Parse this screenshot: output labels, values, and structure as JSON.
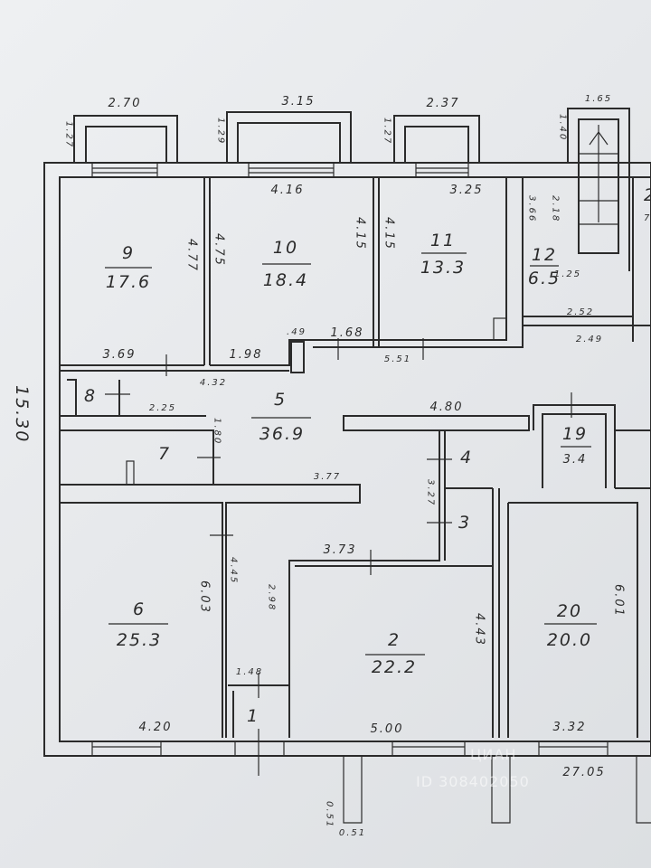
{
  "overall": {
    "height": "15.30",
    "width": "27.05"
  },
  "rooms": [
    {
      "id": "r9",
      "number": "9",
      "area": "17.6"
    },
    {
      "id": "r10",
      "number": "10",
      "area": "18.4"
    },
    {
      "id": "r11",
      "number": "11",
      "area": "13.3"
    },
    {
      "id": "r12",
      "number": "12",
      "area": "6.5"
    },
    {
      "id": "r5",
      "number": "5",
      "area": "36.9"
    },
    {
      "id": "r8",
      "number": "8"
    },
    {
      "id": "r7",
      "number": "7"
    },
    {
      "id": "r4",
      "number": "4"
    },
    {
      "id": "r3",
      "number": "3"
    },
    {
      "id": "r19",
      "number": "19",
      "area": "3.4"
    },
    {
      "id": "r6",
      "number": "6",
      "area": "25.3"
    },
    {
      "id": "r2",
      "number": "2",
      "area": "22.2"
    },
    {
      "id": "r20",
      "number": "20",
      "area": "20.0"
    },
    {
      "id": "r1",
      "number": "1"
    }
  ],
  "dims": {
    "balc1_w": "2.70",
    "balc2_w": "3.15",
    "balc3_w": "2.37",
    "stair_w": "1.65",
    "balc1_d": "1.27",
    "balc2_d": "1.29",
    "balc3_d": "1.27",
    "stair_d": "1.40",
    "r10_top": "4.16",
    "r11_top": "3.25",
    "r9_side": "4.77",
    "r10_side": "4.75",
    "r10_right": "4.15",
    "r11_side": "4.15",
    "r12_a": "3.66",
    "r12_b": "2.18",
    "r12_bottom": "1.25",
    "r12_c": "2.52",
    "r12_d": "2.49",
    "r9_bottom": "3.69",
    "r10_bottom": "1.98",
    "corr_top": "4.32",
    "niche_w": ".49",
    "niche_r": "1.68",
    "r11_bottom": "5.51",
    "r8_w": "2.25",
    "corr_right": "4.80",
    "r7_h": "1.80",
    "corr_mid": "3.77",
    "r4_h": "3.27",
    "r2_top": "3.73",
    "r6_side": "6.03",
    "r6_mid": "4.45",
    "r2_left": "2.98",
    "r2_right": "4.43",
    "r20_side": "6.01",
    "r1_top": "1.48",
    "r6_bottom": "4.20",
    "r2_bottom": "5.00",
    "r20_bottom": "3.32",
    "step_a": "0.51",
    "step_b": "0.51"
  },
  "partial": {
    "left_top": "2",
    "left_bottom": "7"
  },
  "watermark": {
    "brand": "ЦИАН",
    "id": "ID 308402050"
  }
}
